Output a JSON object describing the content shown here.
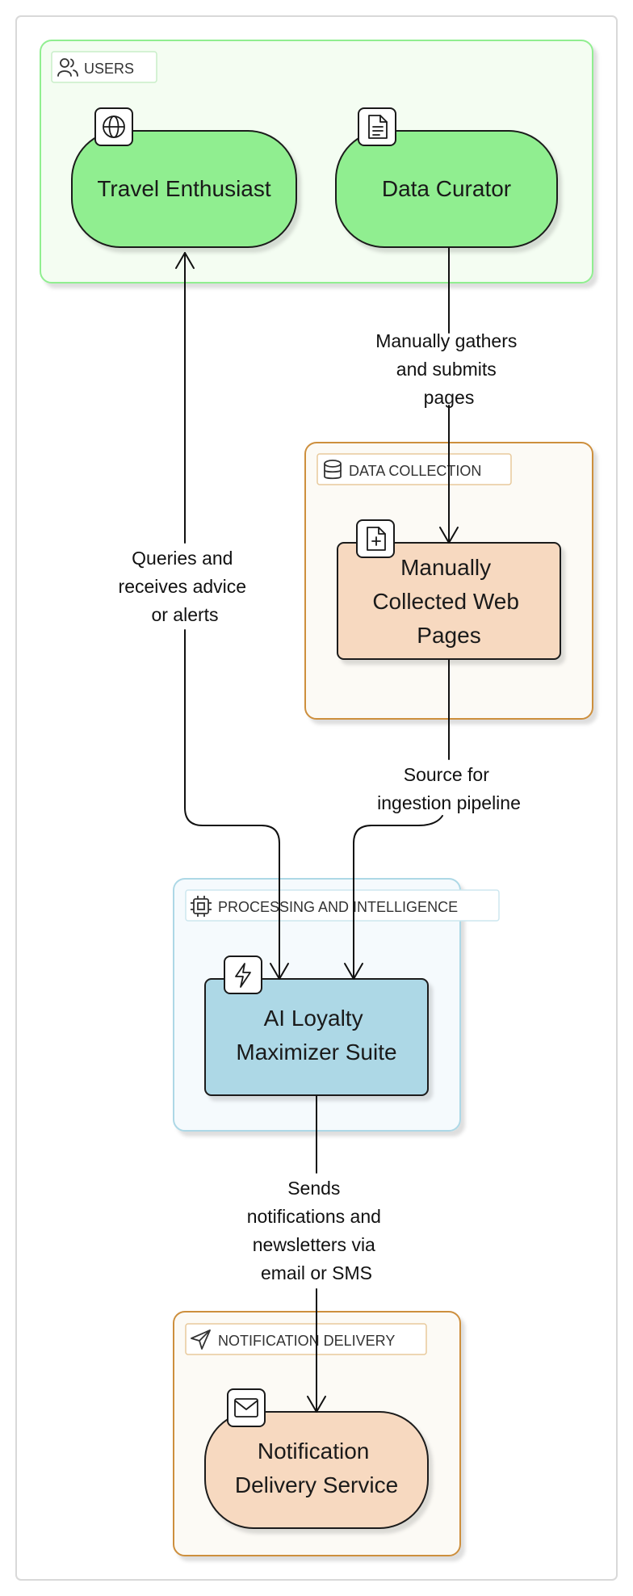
{
  "colors": {
    "users_fill": "#f4fdf2",
    "users_stroke": "#90ee90",
    "collection_fill": "#fcfaf5",
    "collection_stroke": "#cd8f3e",
    "processing_fill": "#f5fafd",
    "processing_stroke": "#add8e6",
    "notification_fill": "#fcfaf5",
    "notification_stroke": "#cd8f3e",
    "green_node": "#90ee90",
    "peach_node": "#f7d9c0",
    "blue_node": "#add8e6",
    "edge": "#111111"
  },
  "groups": {
    "users": {
      "label": "USERS",
      "icon": "users-icon"
    },
    "collection": {
      "label": "DATA COLLECTION",
      "icon": "database-icon"
    },
    "processing": {
      "label": "PROCESSING AND INTELLIGENCE",
      "icon": "cpu-icon"
    },
    "notification": {
      "label": "NOTIFICATION DELIVERY",
      "icon": "send-icon"
    }
  },
  "nodes": {
    "travel_enthusiast": {
      "label": "Travel Enthusiast",
      "icon": "globe-icon"
    },
    "data_curator": {
      "label": "Data Curator",
      "icon": "document-icon"
    },
    "web_pages": {
      "lines": [
        "Manually",
        "Collected Web",
        "Pages"
      ],
      "icon": "file-plus-icon"
    },
    "ai_suite": {
      "lines": [
        "AI Loyalty",
        "Maximizer Suite"
      ],
      "icon": "lightning-icon"
    },
    "notification_service": {
      "lines": [
        "Notification",
        "Delivery Service"
      ],
      "icon": "mail-icon"
    }
  },
  "edges": {
    "curator_to_pages": {
      "lines": [
        "Manually gathers",
        "and submits",
        "pages"
      ]
    },
    "enthusiast_suite": {
      "lines": [
        "Queries and",
        "receives advice",
        "or alerts"
      ]
    },
    "pages_to_suite": {
      "lines": [
        "Source for",
        "ingestion pipeline"
      ]
    },
    "suite_to_notify": {
      "lines": [
        "Sends",
        "notifications and",
        "newsletters via",
        "email or SMS"
      ]
    }
  }
}
